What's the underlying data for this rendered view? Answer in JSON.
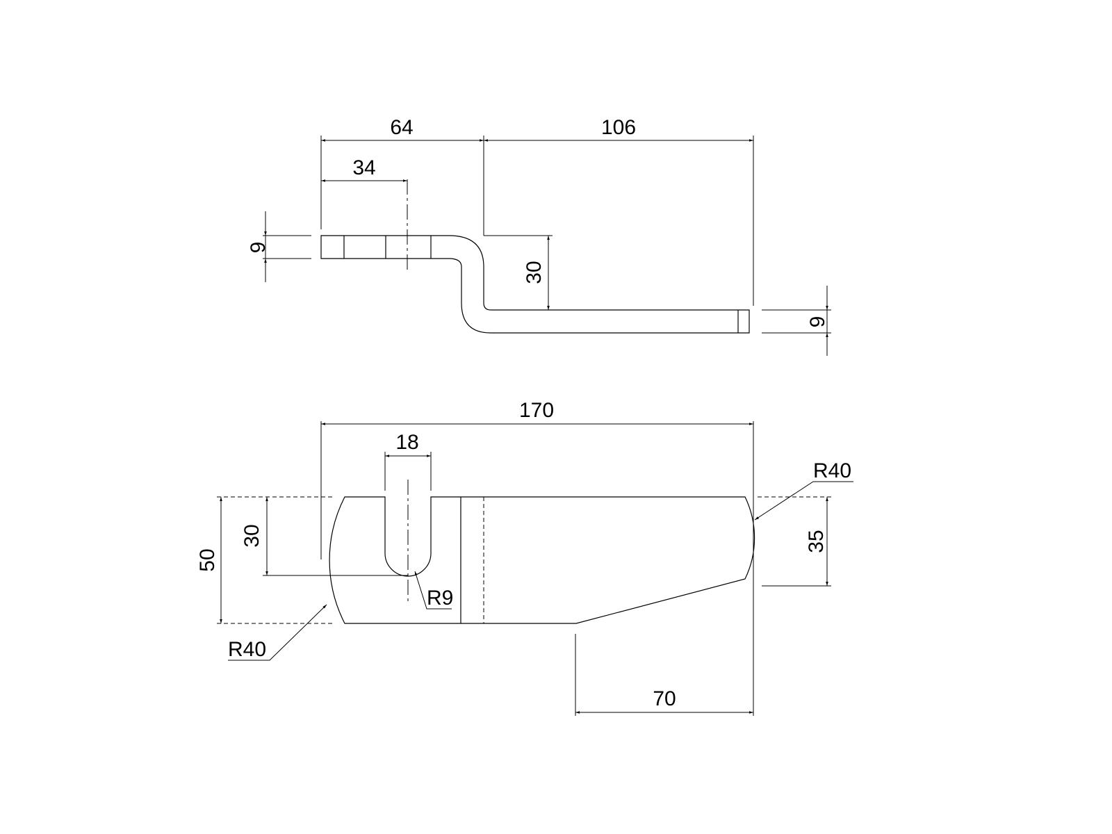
{
  "views": {
    "side_view": {
      "dimensions": {
        "overall_left": "64",
        "overall_right": "106",
        "hole_offset": "34",
        "left_thickness": "9",
        "offset_height": "30",
        "right_thickness": "9"
      }
    },
    "top_view": {
      "dimensions": {
        "overall_length": "170",
        "slot_width": "18",
        "slot_depth": "30",
        "overall_width": "50",
        "right_end_width": "35",
        "taper_length": "70",
        "slot_radius": "R9",
        "left_radius": "R40",
        "right_radius": "R40"
      }
    }
  },
  "colors": {
    "line": "#000000",
    "background": "#ffffff"
  }
}
